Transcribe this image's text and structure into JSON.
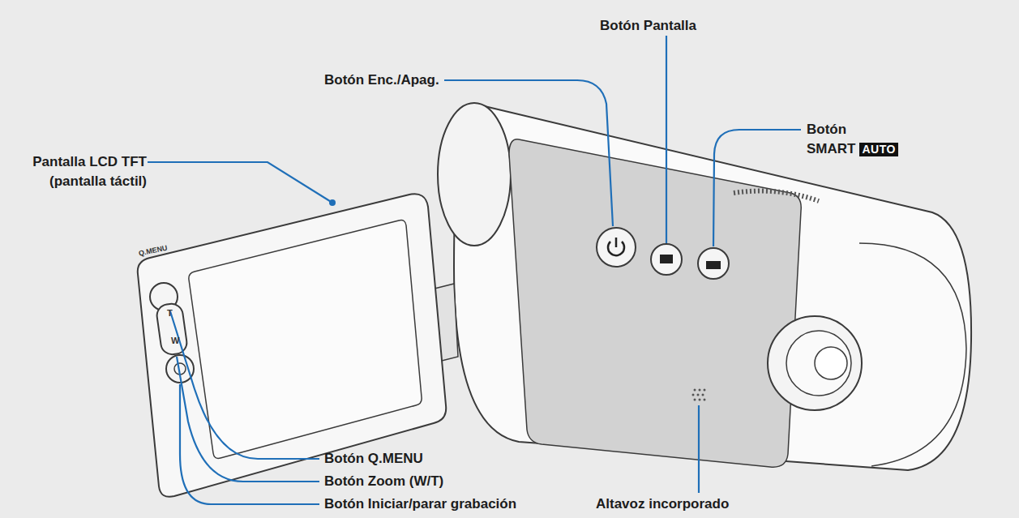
{
  "diagram": {
    "labels": [
      "Botón Pantalla",
      "Botón Enc./Apag.",
      "Botón SMART",
      "AUTO",
      "Pantalla LCD TFT (pantalla táctil)",
      "Botón Q.MENU",
      "Botón Zoom (W/T)",
      "Botón Iniciar/parar grabación",
      "Altavoz incorporado",
      "Q.MENU",
      "T",
      "W"
    ]
  }
}
